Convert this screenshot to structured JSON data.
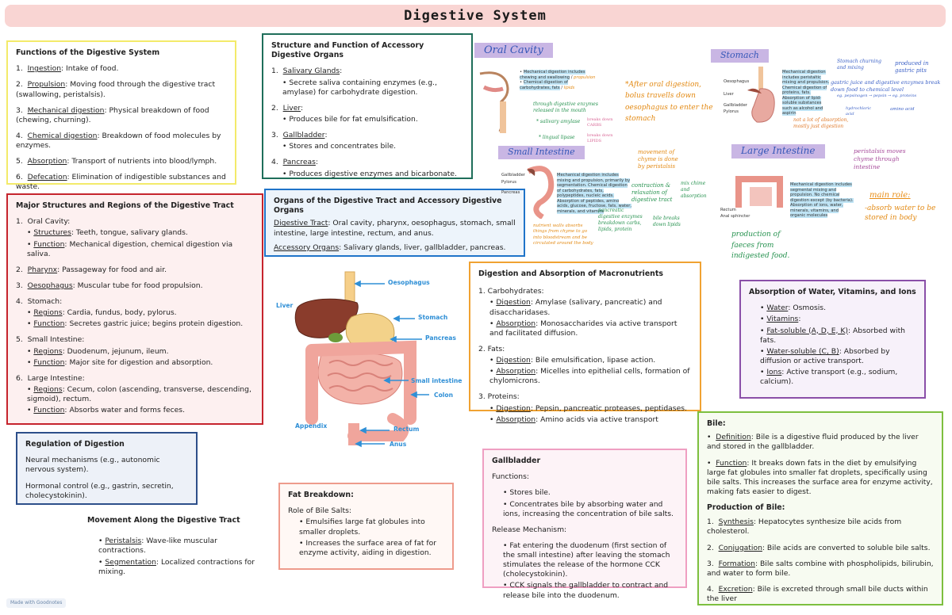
{
  "title": "Digestive System",
  "functions": {
    "heading": "Functions of the Digestive System",
    "items": [
      {
        "num": "1.",
        "term": "Ingestion",
        "text": ": Intake of food."
      },
      {
        "num": "2.",
        "term": "Propulsion",
        "text": ": Moving food through the digestive tract (swallowing, peristalsis)."
      },
      {
        "num": "3.",
        "term": "Mechanical digestion",
        "text": ": Physical breakdown of food (chewing, churning)."
      },
      {
        "num": "4.",
        "term": "Chemical digestion",
        "text": ": Breakdown of food molecules by enzymes."
      },
      {
        "num": "5.",
        "term": "Absorption",
        "text": ": Transport of nutrients into blood/lymph."
      },
      {
        "num": "6.",
        "term": "Defecation",
        "text": ": Elimination of indigestible substances and waste."
      }
    ]
  },
  "structure": {
    "heading": "Structure and Function of Accessory Digestive Organs",
    "items": [
      {
        "num": "1.",
        "term": "Salivary Glands",
        "detail": "Secrete saliva containing enzymes (e.g., amylase) for carbohydrate digestion."
      },
      {
        "num": "2.",
        "term": "Liver",
        "detail": "Produces bile for fat emulsification."
      },
      {
        "num": "3.",
        "term": "Gallbladder",
        "detail": "Stores and concentrates bile."
      },
      {
        "num": "4.",
        "term": "Pancreas",
        "detail": "Produces digestive enzymes and bicarbonate."
      }
    ]
  },
  "major": {
    "heading": "Major Structures and Regions of the Digestive Tract",
    "oral": {
      "num": "1.",
      "label": "Oral Cavity",
      "structures_term": "Structures",
      "structures": ": Teeth, tongue, salivary glands.",
      "function_term": "Function",
      "function": ": Mechanical digestion, chemical digestion via saliva."
    },
    "pharynx": {
      "num": "2.",
      "term": "Pharynx",
      "text": ": Passageway for food and air."
    },
    "oesophagus": {
      "num": "3.",
      "term": "Oesophagus",
      "text": ": Muscular tube for food propulsion."
    },
    "stomach": {
      "num": "4.",
      "label": "Stomach",
      "regions_term": "Regions",
      "regions": ": Cardia, fundus, body, pylorus.",
      "function_term": "Function",
      "function": ": Secretes gastric juice; begins protein digestion."
    },
    "small": {
      "num": "5.",
      "label": "Small Intestine",
      "regions_term": "Regions",
      "regions": ": Duodenum, jejunum, ileum.",
      "function_term": "Function",
      "function": ": Major site for digestion and absorption."
    },
    "large": {
      "num": "6.",
      "label": "Large Intestine",
      "regions_term": "Regions",
      "regions": ": Cecum, colon (ascending, transverse, descending, sigmoid), rectum.",
      "function_term": "Function",
      "function": ": Absorbs water and forms feces."
    }
  },
  "organs": {
    "heading": "Organs of the Digestive Tract and Accessory Digestive Organs",
    "tract_term": "Digestive Tract",
    "tract": ": Oral cavity, pharynx, oesophagus, stomach, small intestine, large intestine, rectum, and anus.",
    "accessory_term": "Accessory Organs",
    "accessory": ": Salivary glands, liver, gallbladder, pancreas."
  },
  "regulation": {
    "heading": "Regulation of Digestion",
    "neural": "Neural mechanisms (e.g., autonomic nervous system).",
    "hormonal": "Hormonal control (e.g., gastrin, secretin, cholecystokinin)."
  },
  "movement": {
    "heading": "Movement Along the Digestive Tract",
    "peristalsis_term": "Peristalsis",
    "peristalsis": ": Wave-like muscular contractions.",
    "segmentation_term": "Segmentation",
    "segmentation": ": Localized contractions for mixing."
  },
  "diagram": {
    "labels": [
      "Oesophagus",
      "Liver",
      "Stomach",
      "Pancreas",
      "Small intestine",
      "Colon",
      "Appendix",
      "Rectum",
      "Anus"
    ]
  },
  "digestion": {
    "heading": "Digestion and Absorption of Macronutrients",
    "carbs": {
      "label": "1.   Carbohydrates:",
      "dig_term": "Digestion",
      "dig": ": Amylase (salivary, pancreatic) and disaccharidases.",
      "abs_term": "Absorption",
      "abs": ": Monosaccharides via active transport and facilitated diffusion."
    },
    "fats": {
      "label": "2.   Fats:",
      "dig_term": "Digestion",
      "dig": ": Bile emulsification, lipase action.",
      "abs_term": "Absorption",
      "abs": ": Micelles into epithelial cells, formation of chylomicrons."
    },
    "proteins": {
      "label": "3.   Proteins:",
      "dig_term": "Digestion",
      "dig": ": Pepsin, pancreatic proteases, peptidases.",
      "abs_term": "Absorption",
      "abs": ": Amino acids via active transport"
    }
  },
  "absorption": {
    "heading": "Absorption of Water, Vitamins, and Ions",
    "water_term": "Water",
    "water": ": Osmosis.",
    "vitamins_term": "Vitamins",
    "vitamins": ":",
    "fat_term": "Fat-soluble (A, D, E, K)",
    "fat": ": Absorbed with fats.",
    "wsol_term": "Water-soluble (C, B)",
    "wsol": ": Absorbed by diffusion or active transport.",
    "ions_term": "Ions",
    "ions": ": Active transport (e.g., sodium, calcium)."
  },
  "fat_breakdown": {
    "heading": "Fat Breakdown:",
    "role": "Role of Bile Salts:",
    "point1": "Emulsifies large fat globules into smaller droplets.",
    "point2": "Increases the surface area of fat for enzyme activity, aiding in digestion."
  },
  "gallbladder": {
    "heading": "Gallbladder",
    "functions": "Functions:",
    "f1": "Stores bile.",
    "f2": "Concentrates bile by absorbing water and ions, increasing the concentration of bile salts.",
    "release": "Release Mechanism:",
    "r1": "Fat entering the duodenum (first section of the small intestine) after leaving the stomach stimulates the release of the hormone CCK (cholecystokinin).",
    "r2": "CCK signals the gallbladder to contract and release bile into the duodenum."
  },
  "bile": {
    "heading": "Bile:",
    "def_term": "Definition",
    "def": ": Bile is a digestive fluid produced by the liver and stored in the gallbladder.",
    "func_term": "Function",
    "func": ": It breaks down fats in the diet by emulsifying large fat globules into smaller fat droplets, specifically using bile salts. This increases the surface area for enzyme activity, making fats easier to digest.",
    "production": "Production of Bile:",
    "p1_term": "Synthesis",
    "p1": ": Hepatocytes synthesize bile acids from cholesterol.",
    "p2_term": "Conjugation",
    "p2": ": Bile acids are converted to soluble bile salts.",
    "p3_term": "Formation",
    "p3": ": Bile salts combine with phospholipids, bilirubin, and water to form bile.",
    "p4_term": "Excretion",
    "p4": ": Bile is excreted through small bile ducts within the liver"
  },
  "notes": {
    "oral_tag": "Oral Cavity",
    "oral_mini1": "Mechanical digestion includes chewing and swallowing",
    "oral_mini_prop": "propulsion",
    "oral_mini2": "Chemical digestion of carbohydrates, fats",
    "oral_mini_lipids": "lipids",
    "oral_green1": "through digestive enzymes released in the mouth",
    "oral_green2": "* salivary amylase",
    "oral_pink1": "breaks down CARBS",
    "oral_green3": "* lingual lipase",
    "oral_pink2": "breaks down LIPIDS",
    "oral_orange": "*After oral digestion, bolus travells down oesophagus to enter the stomach",
    "stomach_tag": "Stomach",
    "stomach_labels": [
      "Oesophagus",
      "Liver",
      "Gallbladder",
      "Pylorus"
    ],
    "stomach_mini": "Mechanical digestion includes peristaltic mixing and propulsion. Chemical digestion of proteins, fats. Absorption of lipid-soluble substances such as alcohol and aspirin",
    "stomach_orange": "not a lot of absorption, mostly just digestion",
    "stomach_blue1": "Stomach churning and mixing",
    "stomach_blue2": "produced in gastric pits",
    "stomach_blue3": "gastric juice and digestive enzymes break down food to chemical level",
    "stomach_blue4": "eg. pepsinogen → pepsin → eg. proteins",
    "stomach_blue5": "hydrochloric acid",
    "stomach_blue6": "amino acid",
    "small_tag": "Small Intestine",
    "small_labels": [
      "Gallbladder",
      "Pylorus",
      "Pancreas"
    ],
    "small_mini": "Mechanical digestion includes mixing and propulsion, primarily by segmentation. Chemical digestion of carbohydrates, fats, polypeptides, nucleic acids. Absorption of peptides, amino acids, glucose, fructose, fats, water, minerals, and vitamins",
    "small_orange1": "movement of chyme is done by peristalsis",
    "small_green1": "contraction & relaxation of digestive tract",
    "small_green2": "mix chime and absorption",
    "small_green3": "pancreatic digestive enzymes breakdown carbs, lipids, protein",
    "small_green4": "bile breaks down lipids",
    "small_orange2": "nutrient walls absorbs things from chyme to go into bloodstream and be circulated around the body",
    "large_tag": "Large Intestine",
    "large_labels": [
      "Rectum",
      "Anal sphincter"
    ],
    "large_mini": "Mechanical digestion includes segmental mixing and propulsion. No chemical digestion except (by bacteria). Absorption of ions, water, minerals, vitamins, and organic molecules",
    "large_green": "production of faeces from indigested food.",
    "large_purple": "peristalsis moves chyme through intestine",
    "large_main": "main role:",
    "large_orange": "-absorb water to be stored in body"
  },
  "footer": "Made with Goodnotes"
}
